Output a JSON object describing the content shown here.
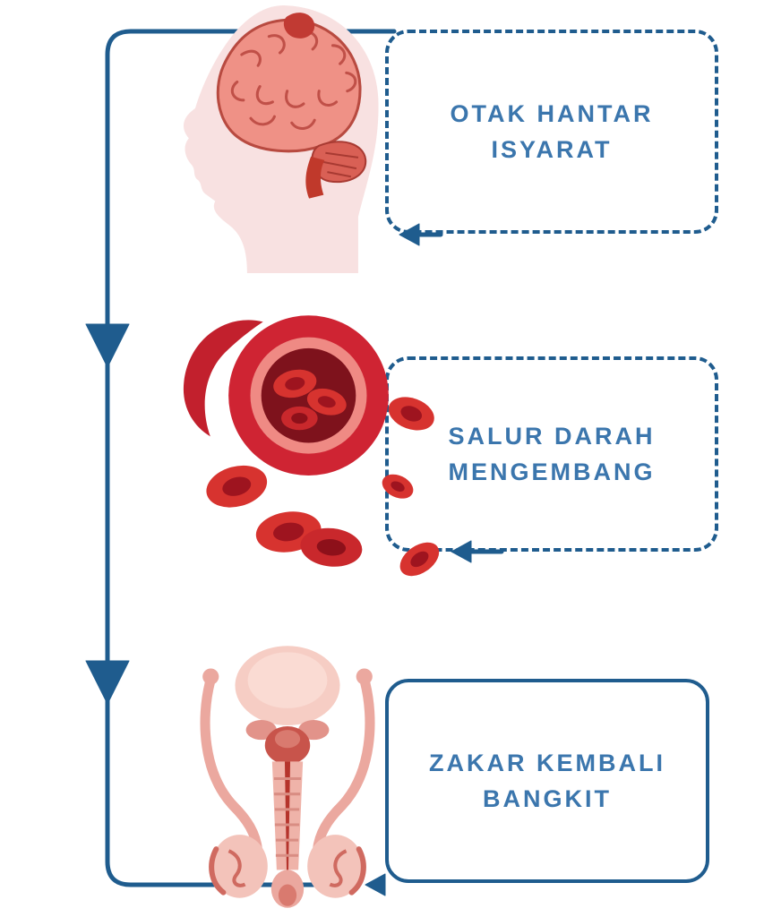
{
  "theme": {
    "background": "#ffffff",
    "accent": "#1f5c8e",
    "label_color": "#3b76ad"
  },
  "diagram": {
    "type": "vertical-flow-infographic",
    "steps": [
      {
        "illustration": "brain-inside-head-profile",
        "label_line1": "OTAK HANTAR",
        "label_line2": "ISYARAT"
      },
      {
        "illustration": "blood-vessel-with-red-blood-cells",
        "label_line1": "SALUR DARAH",
        "label_line2": "MENGEMBANG"
      },
      {
        "illustration": "male-reproductive-system",
        "label_line1": "ZAKAR KEMBALI",
        "label_line2": "BANGKIT"
      }
    ],
    "connector": {
      "direction": "top-to-bottom",
      "down_arrow_count": 2,
      "pointer_arrow_count": 3
    }
  }
}
